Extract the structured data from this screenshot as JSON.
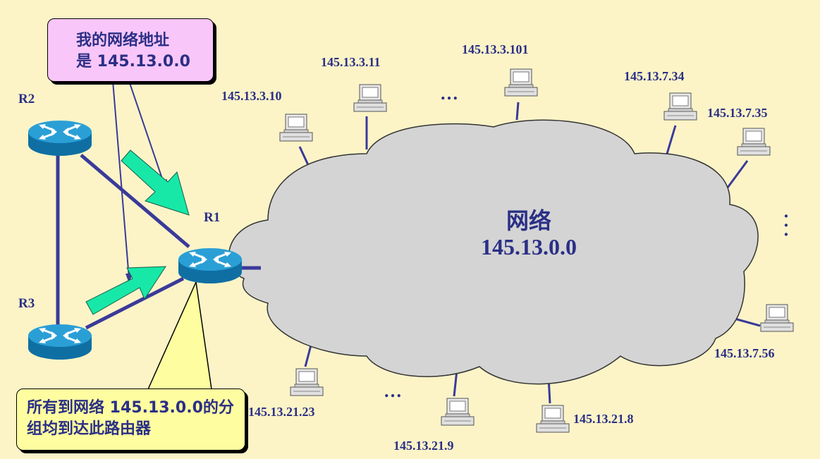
{
  "callouts": {
    "address": {
      "line1": "我的网络地址",
      "line2": "是 145.13.0.0"
    },
    "delivery": {
      "line1": "所有到网络 145.13.0.0的分",
      "line2": "组均到达此路由器"
    }
  },
  "routers": {
    "r1": "R1",
    "r2": "R2",
    "r3": "R3"
  },
  "cloud": {
    "title": "网络",
    "address": "145.13.0.0"
  },
  "hosts": [
    "145.13.3.10",
    "145.13.3.11",
    "145.13.3.101",
    "145.13.7.34",
    "145.13.7.35",
    "145.13.7.56",
    "145.13.21.8",
    "145.13.21.9",
    "145.13.21.23"
  ],
  "ellipsis": "…",
  "colors": {
    "background": "#fcf4c7",
    "line": "#3a3a9a",
    "text": "#2b2f86",
    "arrow": "#17e8a8",
    "router": "#1a8fc4",
    "cloud": "#d4d4d4"
  }
}
